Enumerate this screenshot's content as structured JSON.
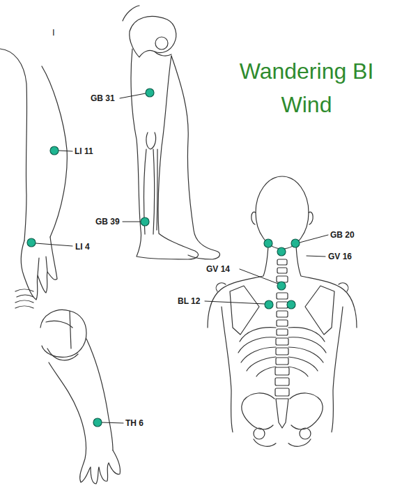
{
  "diagram": {
    "title": "Wandering BI Wind",
    "labels": [
      "I",
      "GB 31",
      "LI 11",
      "GB 39",
      "LI 4",
      "TH 6",
      "GB 20",
      "GV 16",
      "GV 14",
      "BL 12"
    ]
  }
}
